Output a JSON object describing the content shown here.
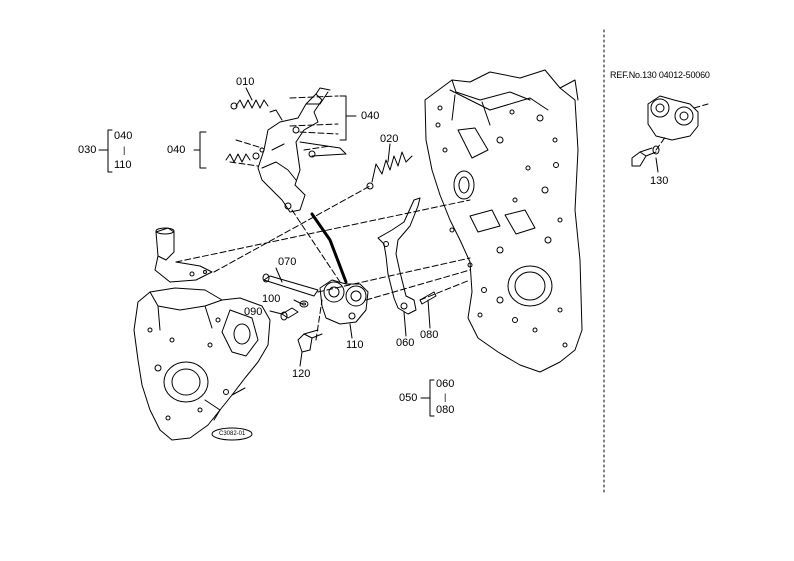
{
  "reference": "REF.No.130  04012-50060",
  "callouts": {
    "p010": "010",
    "p020": "020",
    "p030": "030",
    "p040_top": "040",
    "p040_left": "040",
    "p030_range_start": "040",
    "p030_range_end": "110",
    "p050": "050",
    "p050_range_start": "060",
    "p050_range_end": "080",
    "p060": "060",
    "p070": "070",
    "p080": "080",
    "p090": "090",
    "p100": "100",
    "p110": "110",
    "p120": "120",
    "p130": "130",
    "range_sep": "|"
  },
  "stamp": "C3082-01"
}
